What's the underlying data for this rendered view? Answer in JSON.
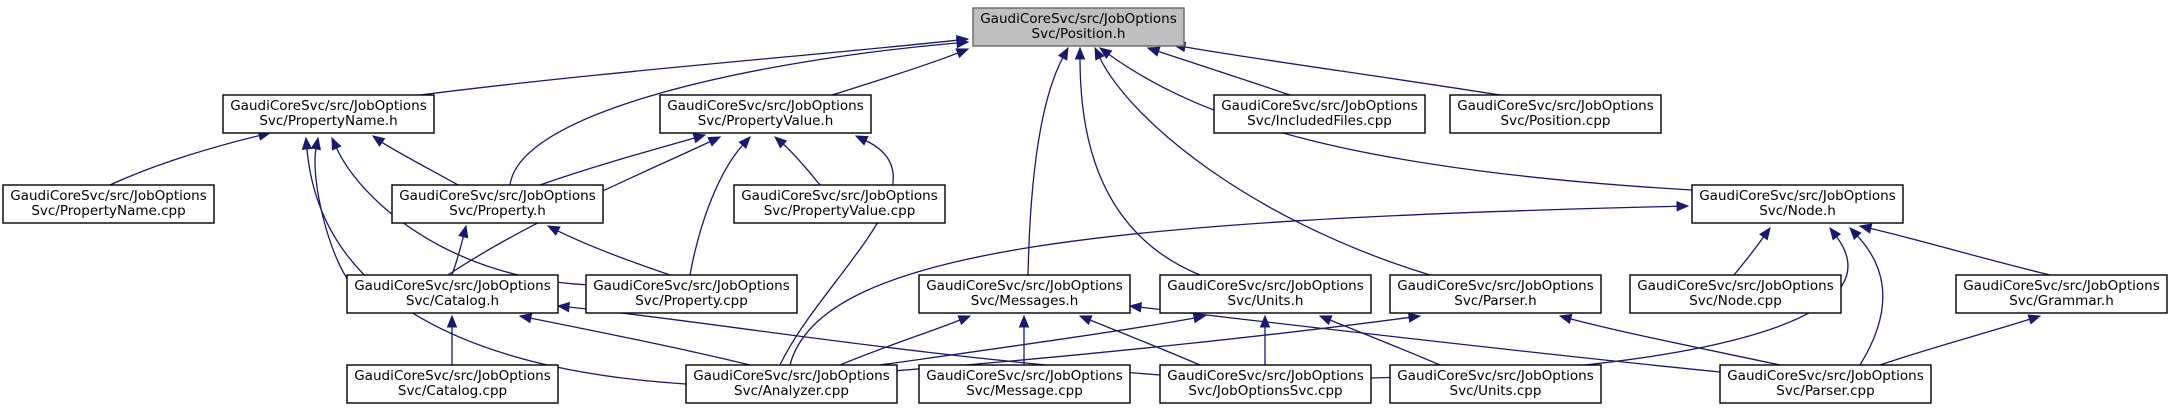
{
  "graph": {
    "colors": {
      "edge": "#191970",
      "node_border": "#000000",
      "root_fill": "#bfbfbf",
      "root_border": "#666666",
      "node_fill": "#ffffff"
    },
    "nodes": [
      {
        "id": "position_h",
        "lines": [
          "GaudiCoreSvc/src/JobOptions",
          "Svc/Position.h"
        ],
        "root": true
      },
      {
        "id": "propertyname_h",
        "lines": [
          "GaudiCoreSvc/src/JobOptions",
          "Svc/PropertyName.h"
        ]
      },
      {
        "id": "propertyvalue_h",
        "lines": [
          "GaudiCoreSvc/src/JobOptions",
          "Svc/PropertyValue.h"
        ]
      },
      {
        "id": "includedfiles_cpp",
        "lines": [
          "GaudiCoreSvc/src/JobOptions",
          "Svc/IncludedFiles.cpp"
        ]
      },
      {
        "id": "position_cpp",
        "lines": [
          "GaudiCoreSvc/src/JobOptions",
          "Svc/Position.cpp"
        ]
      },
      {
        "id": "propertyname_cpp",
        "lines": [
          "GaudiCoreSvc/src/JobOptions",
          "Svc/PropertyName.cpp"
        ]
      },
      {
        "id": "property_h",
        "lines": [
          "GaudiCoreSvc/src/JobOptions",
          "Svc/Property.h"
        ]
      },
      {
        "id": "propertyvalue_cpp",
        "lines": [
          "GaudiCoreSvc/src/JobOptions",
          "Svc/PropertyValue.cpp"
        ]
      },
      {
        "id": "node_h",
        "lines": [
          "GaudiCoreSvc/src/JobOptions",
          "Svc/Node.h"
        ]
      },
      {
        "id": "catalog_h",
        "lines": [
          "GaudiCoreSvc/src/JobOptions",
          "Svc/Catalog.h"
        ]
      },
      {
        "id": "property_cpp",
        "lines": [
          "GaudiCoreSvc/src/JobOptions",
          "Svc/Property.cpp"
        ]
      },
      {
        "id": "messages_h",
        "lines": [
          "GaudiCoreSvc/src/JobOptions",
          "Svc/Messages.h"
        ]
      },
      {
        "id": "units_h",
        "lines": [
          "GaudiCoreSvc/src/JobOptions",
          "Svc/Units.h"
        ]
      },
      {
        "id": "parser_h",
        "lines": [
          "GaudiCoreSvc/src/JobOptions",
          "Svc/Parser.h"
        ]
      },
      {
        "id": "node_cpp",
        "lines": [
          "GaudiCoreSvc/src/JobOptions",
          "Svc/Node.cpp"
        ]
      },
      {
        "id": "grammar_h",
        "lines": [
          "GaudiCoreSvc/src/JobOptions",
          "Svc/Grammar.h"
        ]
      },
      {
        "id": "catalog_cpp",
        "lines": [
          "GaudiCoreSvc/src/JobOptions",
          "Svc/Catalog.cpp"
        ]
      },
      {
        "id": "analyzer_cpp",
        "lines": [
          "GaudiCoreSvc/src/JobOptions",
          "Svc/Analyzer.cpp"
        ]
      },
      {
        "id": "message_cpp",
        "lines": [
          "GaudiCoreSvc/src/JobOptions",
          "Svc/Message.cpp"
        ]
      },
      {
        "id": "joboptionssvc_cpp",
        "lines": [
          "GaudiCoreSvc/src/JobOptions",
          "Svc/JobOptionsSvc.cpp"
        ]
      },
      {
        "id": "units_cpp",
        "lines": [
          "GaudiCoreSvc/src/JobOptions",
          "Svc/Units.cpp"
        ]
      },
      {
        "id": "parser_cpp",
        "lines": [
          "GaudiCoreSvc/src/JobOptions",
          "Svc/Parser.cpp"
        ]
      }
    ],
    "edges": [
      {
        "from": "propertyname_h",
        "to": "position_h"
      },
      {
        "from": "propertyvalue_h",
        "to": "position_h"
      },
      {
        "from": "includedfiles_cpp",
        "to": "position_h"
      },
      {
        "from": "position_cpp",
        "to": "position_h"
      },
      {
        "from": "property_h",
        "to": "position_h"
      },
      {
        "from": "node_h",
        "to": "position_h"
      },
      {
        "from": "messages_h",
        "to": "position_h"
      },
      {
        "from": "units_h",
        "to": "position_h"
      },
      {
        "from": "parser_h",
        "to": "position_h"
      },
      {
        "from": "propertyname_cpp",
        "to": "propertyname_h"
      },
      {
        "from": "property_h",
        "to": "propertyname_h"
      },
      {
        "from": "catalog_h",
        "to": "propertyname_h"
      },
      {
        "from": "property_cpp",
        "to": "propertyname_h"
      },
      {
        "from": "analyzer_cpp",
        "to": "propertyname_h"
      },
      {
        "from": "property_h",
        "to": "propertyvalue_h"
      },
      {
        "from": "propertyvalue_cpp",
        "to": "propertyvalue_h"
      },
      {
        "from": "catalog_h",
        "to": "propertyvalue_h"
      },
      {
        "from": "property_cpp",
        "to": "propertyvalue_h"
      },
      {
        "from": "analyzer_cpp",
        "to": "propertyvalue_h"
      },
      {
        "from": "catalog_h",
        "to": "property_h"
      },
      {
        "from": "property_cpp",
        "to": "property_h"
      },
      {
        "from": "analyzer_cpp",
        "to": "node_h"
      },
      {
        "from": "node_cpp",
        "to": "node_h"
      },
      {
        "from": "grammar_h",
        "to": "node_h"
      },
      {
        "from": "joboptionssvc_cpp",
        "to": "node_h"
      },
      {
        "from": "parser_cpp",
        "to": "node_h"
      },
      {
        "from": "catalog_cpp",
        "to": "catalog_h"
      },
      {
        "from": "analyzer_cpp",
        "to": "catalog_h"
      },
      {
        "from": "joboptionssvc_cpp",
        "to": "catalog_h"
      },
      {
        "from": "analyzer_cpp",
        "to": "messages_h"
      },
      {
        "from": "message_cpp",
        "to": "messages_h"
      },
      {
        "from": "joboptionssvc_cpp",
        "to": "messages_h"
      },
      {
        "from": "parser_cpp",
        "to": "messages_h"
      },
      {
        "from": "analyzer_cpp",
        "to": "units_h"
      },
      {
        "from": "joboptionssvc_cpp",
        "to": "units_h"
      },
      {
        "from": "units_cpp",
        "to": "units_h"
      },
      {
        "from": "analyzer_cpp",
        "to": "parser_h"
      },
      {
        "from": "parser_cpp",
        "to": "parser_h"
      },
      {
        "from": "parser_cpp",
        "to": "grammar_h"
      }
    ]
  }
}
